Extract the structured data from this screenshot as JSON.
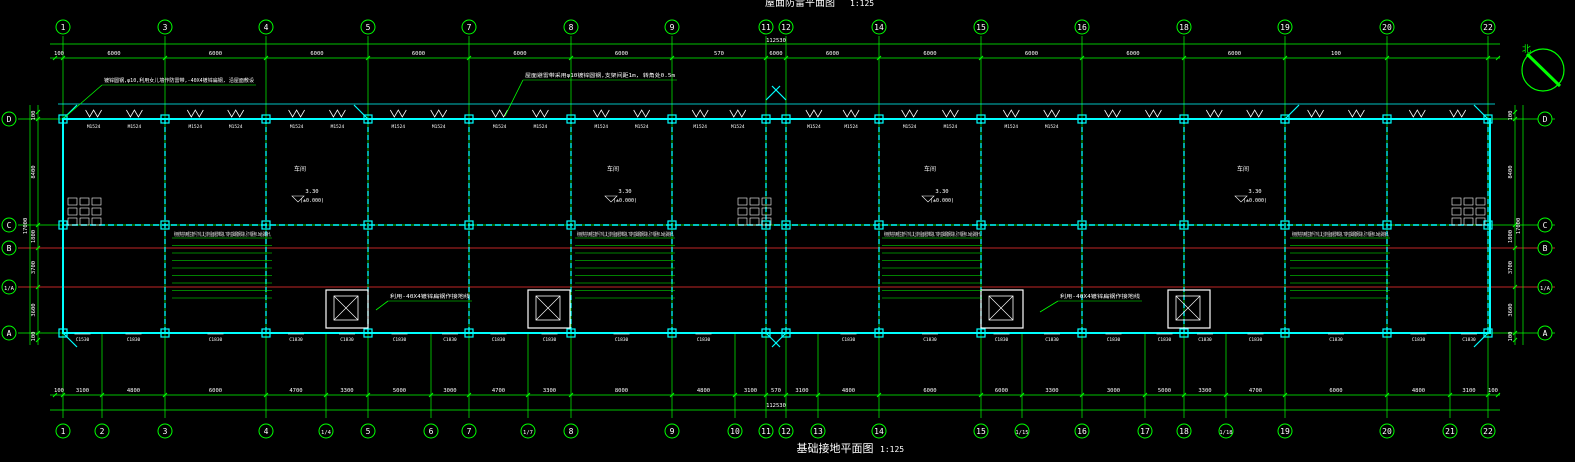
{
  "titles": {
    "top": "屋面防雷平面图",
    "top_scale": "1:125",
    "bottom": "基础接地平面图",
    "bottom_scale": "1:125"
  },
  "north_label": "北",
  "colors": {
    "background": "#000000",
    "grid": "#00ff00",
    "wall": "#00ffff",
    "text": "#ffffff",
    "red_line": "#ff3333",
    "annotation": "#ffffff"
  },
  "axes_top": [
    "1",
    "3",
    "4",
    "5",
    "7",
    "8",
    "9",
    "11",
    "12",
    "14",
    "15",
    "16",
    "18",
    "19",
    "20",
    "22"
  ],
  "axes_bottom": [
    "1",
    "2",
    "3",
    "4",
    "1/4",
    "5",
    "6",
    "7",
    "1/7",
    "8",
    "9",
    "10",
    "11",
    "12",
    "13",
    "14",
    "15",
    "1/15",
    "16",
    "17",
    "18",
    "1/18",
    "19",
    "20",
    "21",
    "22"
  ],
  "axes_rows": [
    "D",
    "C",
    "B",
    "1/A",
    "A"
  ],
  "dims_top": [
    "100",
    "6000",
    "6000",
    "6000",
    "6000",
    "6000",
    "6000",
    "570",
    "6000",
    "6000",
    "6000",
    "6000",
    "6000",
    "6000",
    "100"
  ],
  "dims_top_total": "112530",
  "dims_bottom": [
    "100",
    "3100",
    "4800",
    "6000",
    "4700",
    "3300",
    "5000",
    "3000",
    "4700",
    "3300",
    "8000",
    "4800",
    "3100",
    "570",
    "3100",
    "4800",
    "6000",
    "6000",
    "3300",
    "3000",
    "5000",
    "3300",
    "4700",
    "6000",
    "4800",
    "3100",
    "100"
  ],
  "dims_bottom_total": "112530",
  "dims_side": [
    "100",
    "8400",
    "1800",
    "3700",
    "3600",
    "100"
  ],
  "dims_side_total": "17000",
  "room_labels": [
    {
      "name": "车间",
      "level": "3.30",
      "sub": "(±0.000)"
    },
    {
      "name": "车间",
      "level": "3.30",
      "sub": "(±0.000)"
    },
    {
      "name": "车间",
      "level": "3.30",
      "sub": "(±0.000)"
    },
    {
      "name": "车间",
      "level": "3.30",
      "sub": "(±0.000)"
    }
  ],
  "notes": [
    "利用结构柱内两根主筋作引下线,其上端与屋面避雷带焊接,下端与基础钢筋网焊接,引下线距地0.5m处设断接卡。"
  ],
  "callouts": [
    "镀锌圆钢,φ10,利用女儿墙作防雷带,-40X4镀锌扁钢, 沿屋面敷设",
    "屋面避雷带采用φ10镀锌圆钢,支架间距1m, 转角处0.5m",
    "利用-40X4镀锌扁钢作接地线",
    "利用-40X4镀锌扁钢作接地线"
  ],
  "door_labels": [
    "M1524",
    "M1524",
    "M1524",
    "M1524",
    "M1524",
    "M1524",
    "M1524",
    "M1524",
    "M1524",
    "M1524",
    "M1524",
    "M1524",
    "M1524",
    "M1524",
    "M1524",
    "M1524",
    "M1524",
    "M1524",
    "M1524",
    "M1524"
  ],
  "window_labels": [
    "C1530",
    "C1830",
    "C1830",
    "C1830",
    "C1830",
    "C1830",
    "C1830",
    "C1830",
    "C1830",
    "C1830",
    "C1830",
    "C1830",
    "C1830",
    "C1830",
    "C1830",
    "C1830",
    "C1830",
    "C1830",
    "C1830",
    "C1830",
    "C1830",
    "C1830",
    "C1830"
  ]
}
